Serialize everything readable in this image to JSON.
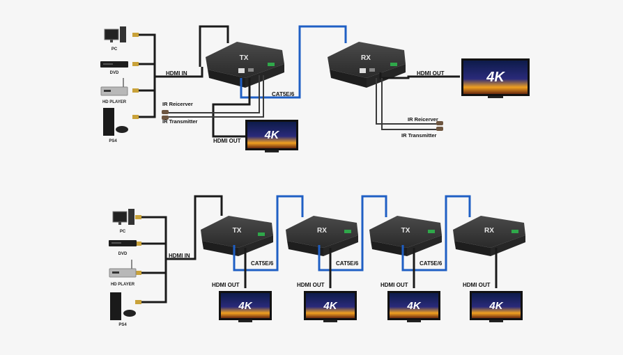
{
  "sources": {
    "pc": "PC",
    "dvd": "DVD",
    "hd_player": "HD PLAYER",
    "ps4": "PS4"
  },
  "top": {
    "hdmi_in": "HDMI IN",
    "hdmi_out_left": "HDMI OUT",
    "hdmi_out_right": "HDMI OUT",
    "cat": "CAT5E/6",
    "ir_receiver_left": "IR Reicerver",
    "ir_transmitter_left": "IR Transmitter",
    "ir_receiver_right": "IR Reicerver",
    "ir_transmitter_right": "IR Transmitter"
  },
  "bottom": {
    "hdmi_in": "HDMI IN",
    "cat": [
      "CAT5E/6",
      "CAT5E/6",
      "CAT5E/6"
    ],
    "hdmi_out": [
      "HDMI OUT",
      "HDMI OUT",
      "HDMI OUT",
      "HDMI OUT"
    ]
  },
  "devices": {
    "tx": "TX",
    "rx": "RX"
  },
  "screen_text": "4K",
  "colors": {
    "background": "#f6f6f6",
    "hdmi_cable": "#1a1a1a",
    "cat_cable": "#1f5fc4",
    "ir_cable": "#3a3a3a",
    "device_body": "#2c2c2c"
  }
}
